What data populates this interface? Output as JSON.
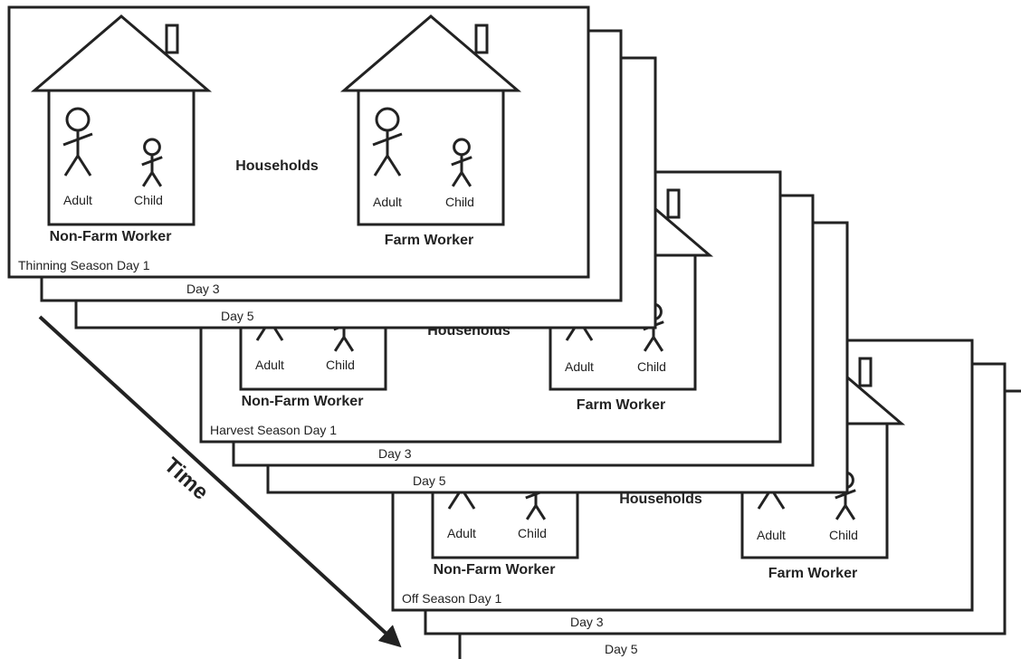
{
  "diagram": {
    "center_label": "Households",
    "household_labels": [
      "Non-Farm Worker",
      "Farm Worker"
    ],
    "member_labels": [
      "Adult",
      "Child"
    ],
    "time_label": "Time",
    "seasons": [
      {
        "name": "thinning",
        "frame_labels": [
          "Thinning Season Day 1",
          "Day 3",
          "Day 5"
        ]
      },
      {
        "name": "harvest",
        "frame_labels": [
          "Harvest Season Day 1",
          "Day 3",
          "Day 5"
        ]
      },
      {
        "name": "off",
        "frame_labels": [
          "Off Season Day 1",
          "Day 3",
          "Day 5"
        ]
      }
    ]
  }
}
